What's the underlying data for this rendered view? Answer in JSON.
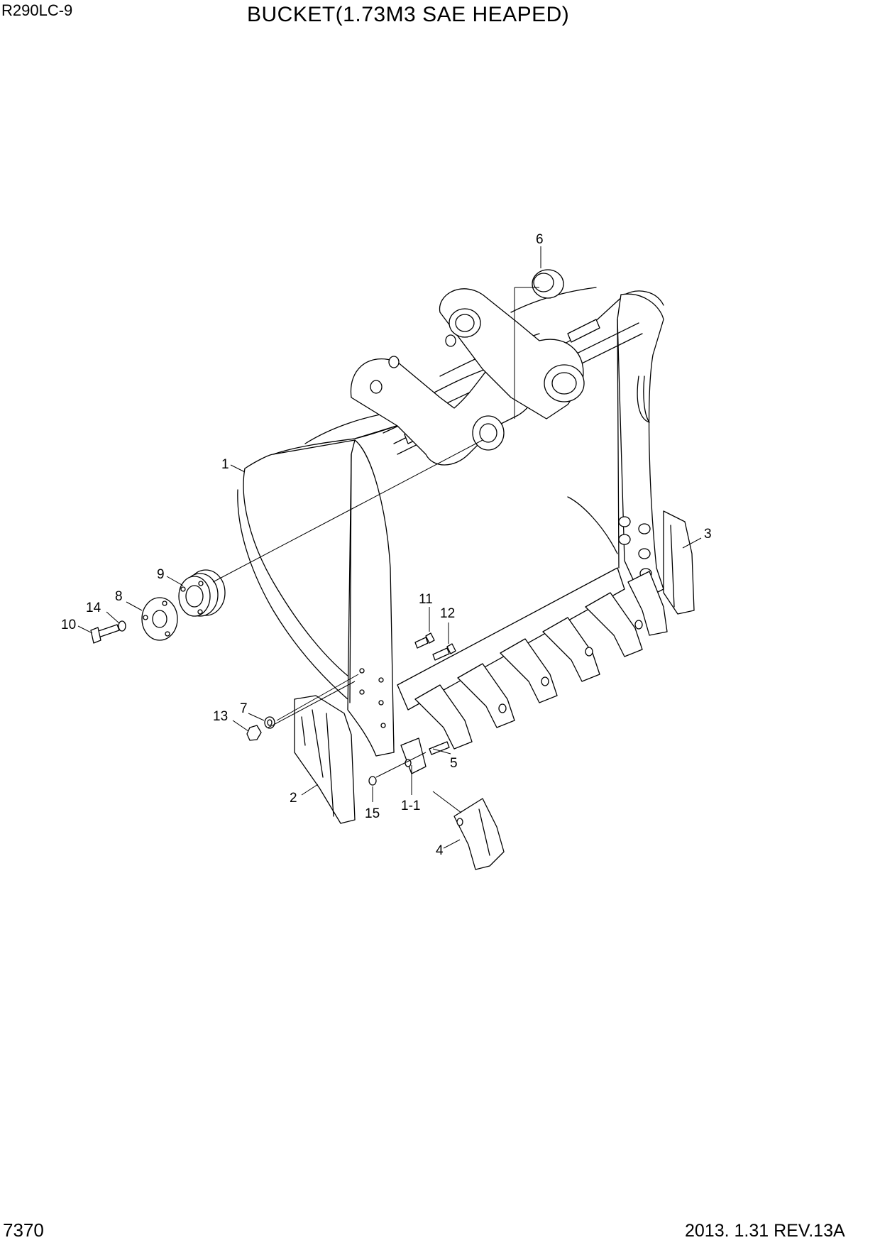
{
  "header": {
    "model": "R290LC-9",
    "title": "BUCKET(1.73M3 SAE HEAPED)"
  },
  "footer": {
    "page_number": "7370",
    "revision": "2013. 1.31  REV.13A"
  },
  "callouts": [
    {
      "id": "1",
      "label": "1"
    },
    {
      "id": "1-1",
      "label": "1-1"
    },
    {
      "id": "2",
      "label": "2"
    },
    {
      "id": "3",
      "label": "3"
    },
    {
      "id": "4",
      "label": "4"
    },
    {
      "id": "5",
      "label": "5"
    },
    {
      "id": "6",
      "label": "6"
    },
    {
      "id": "7",
      "label": "7"
    },
    {
      "id": "8",
      "label": "8"
    },
    {
      "id": "9",
      "label": "9"
    },
    {
      "id": "10",
      "label": "10"
    },
    {
      "id": "11",
      "label": "11"
    },
    {
      "id": "12",
      "label": "12"
    },
    {
      "id": "13",
      "label": "13"
    },
    {
      "id": "14",
      "label": "14"
    },
    {
      "id": "15",
      "label": "15"
    }
  ]
}
